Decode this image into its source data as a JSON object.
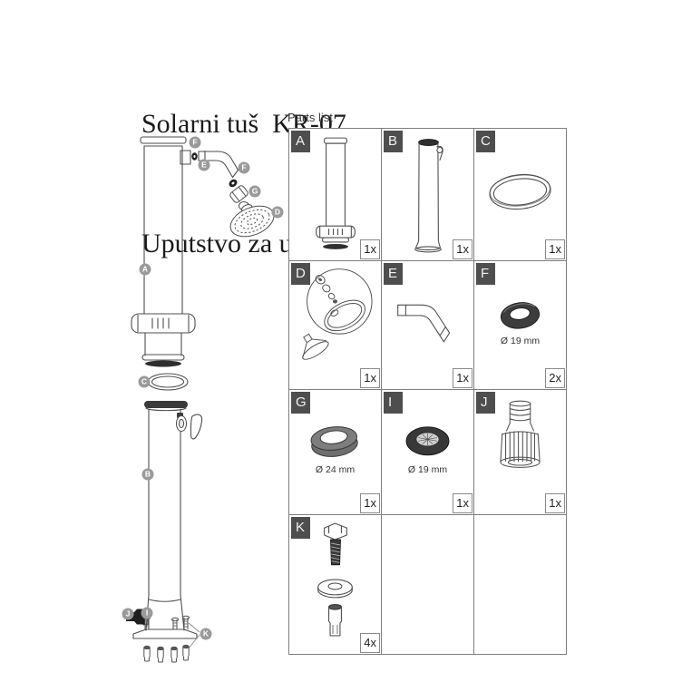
{
  "title": {
    "line1": "Solarni tuš  KR-07",
    "line2": "Uputstvo za upotrebu"
  },
  "parts_list": {
    "heading": "Parts list",
    "cells": [
      {
        "id": "A",
        "qty": "1x",
        "icon": "upper-tank-tube-icon"
      },
      {
        "id": "B",
        "qty": "1x",
        "icon": "lower-tube-with-tap-icon"
      },
      {
        "id": "C",
        "qty": "1x",
        "icon": "large-o-ring-icon"
      },
      {
        "id": "D",
        "qty": "1x",
        "icon": "shower-head-parts-icon"
      },
      {
        "id": "E",
        "qty": "1x",
        "icon": "shower-arm-elbow-icon"
      },
      {
        "id": "F",
        "qty": "2x",
        "icon": "rubber-gasket-icon",
        "size_label": "Ø 19 mm"
      },
      {
        "id": "G",
        "qty": "1x",
        "icon": "rubber-ring-icon",
        "size_label": "Ø 24 mm"
      },
      {
        "id": "I",
        "qty": "1x",
        "icon": "filter-gasket-icon",
        "size_label": "Ø 19 mm"
      },
      {
        "id": "J",
        "qty": "1x",
        "icon": "hose-connector-icon"
      },
      {
        "id": "K",
        "qty": "4x",
        "icon": "anchor-bolt-set-icon"
      },
      {
        "id": "",
        "qty": "",
        "icon": ""
      },
      {
        "id": "",
        "qty": "",
        "icon": ""
      }
    ]
  },
  "diagram": {
    "callouts": [
      "F",
      "E",
      "F",
      "G",
      "D",
      "A",
      "C",
      "B",
      "J",
      "I",
      "K"
    ]
  },
  "colors": {
    "ink": "#1b1b1b",
    "line": "#4f4f4f",
    "grid_border": "#7e7e7e",
    "label_box": "#4e4e4e",
    "callout_gray": "#9a9a9a",
    "dark_rubber": "#3b3b3b"
  }
}
